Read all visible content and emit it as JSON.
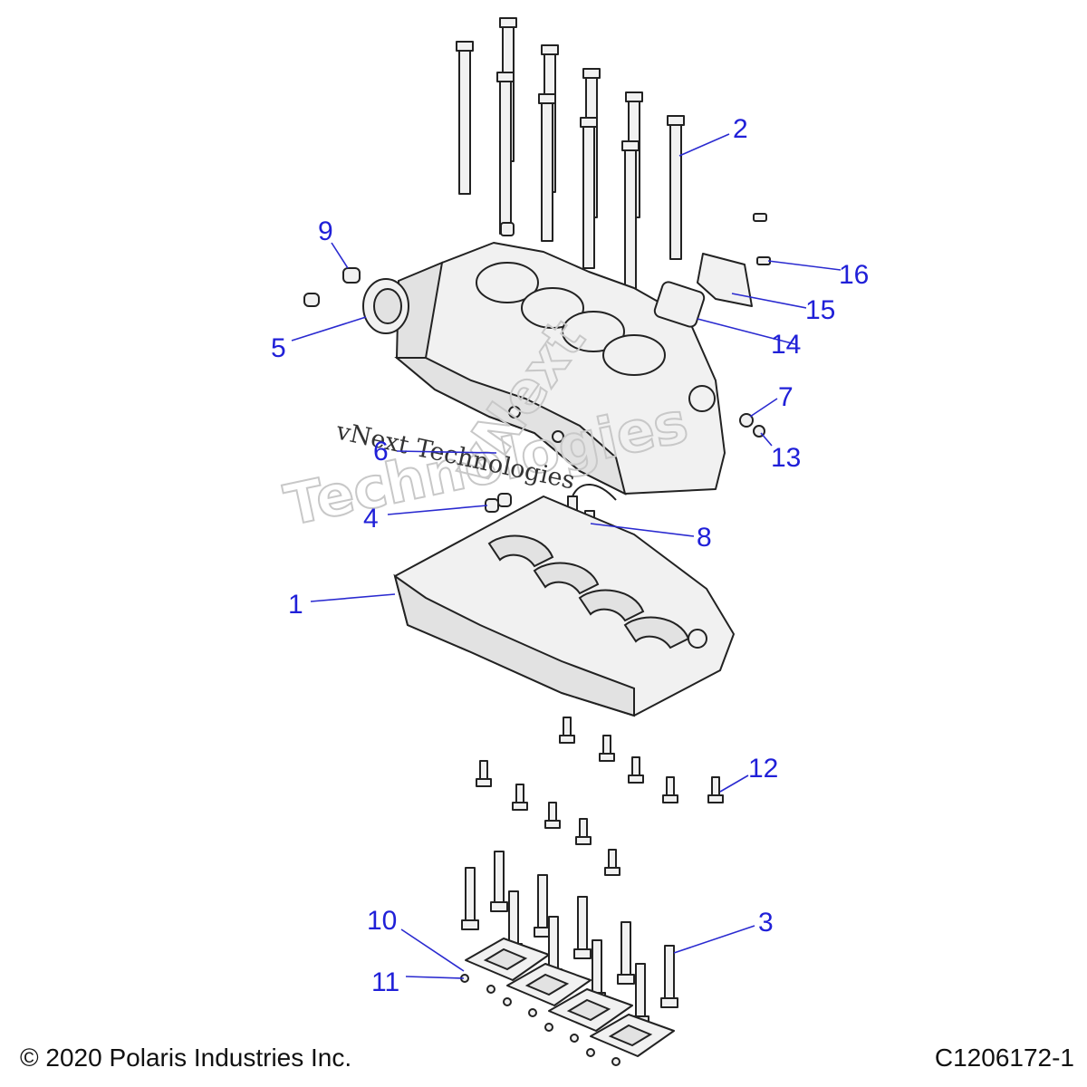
{
  "callouts": {
    "c1": "1",
    "c2": "2",
    "c3": "3",
    "c4": "4",
    "c5": "5",
    "c6": "6",
    "c7": "7",
    "c8": "8",
    "c9": "9",
    "c10": "10",
    "c11": "11",
    "c12": "12",
    "c13": "13",
    "c14": "14",
    "c15": "15",
    "c16": "16"
  },
  "watermark": {
    "line_small": "vNext Technologies",
    "line_large": "Technologies",
    "line_diag": "vNext"
  },
  "footer": {
    "copyright": "© 2020 Polaris Industries Inc.",
    "figure_id": "C1206172-1"
  },
  "colors": {
    "callout": "#2020d8",
    "outline": "#222222",
    "watermark": "#c8c8c8"
  }
}
